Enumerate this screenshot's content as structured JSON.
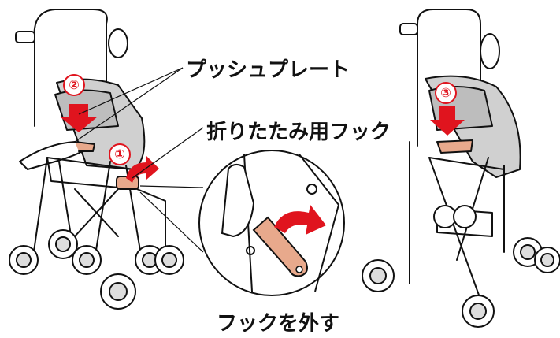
{
  "labels": {
    "push_plate": "プッシュプレート",
    "folding_hook": "折りたたみ用フック",
    "release_hook": "フックを外す"
  },
  "steps": {
    "step1": "①",
    "step2": "②",
    "step3": "③"
  },
  "colors": {
    "red_arrow": "#e0141e",
    "hook_peach": "#e8a98c",
    "seat_gray": "#cfcfcf",
    "line": "#111111"
  }
}
